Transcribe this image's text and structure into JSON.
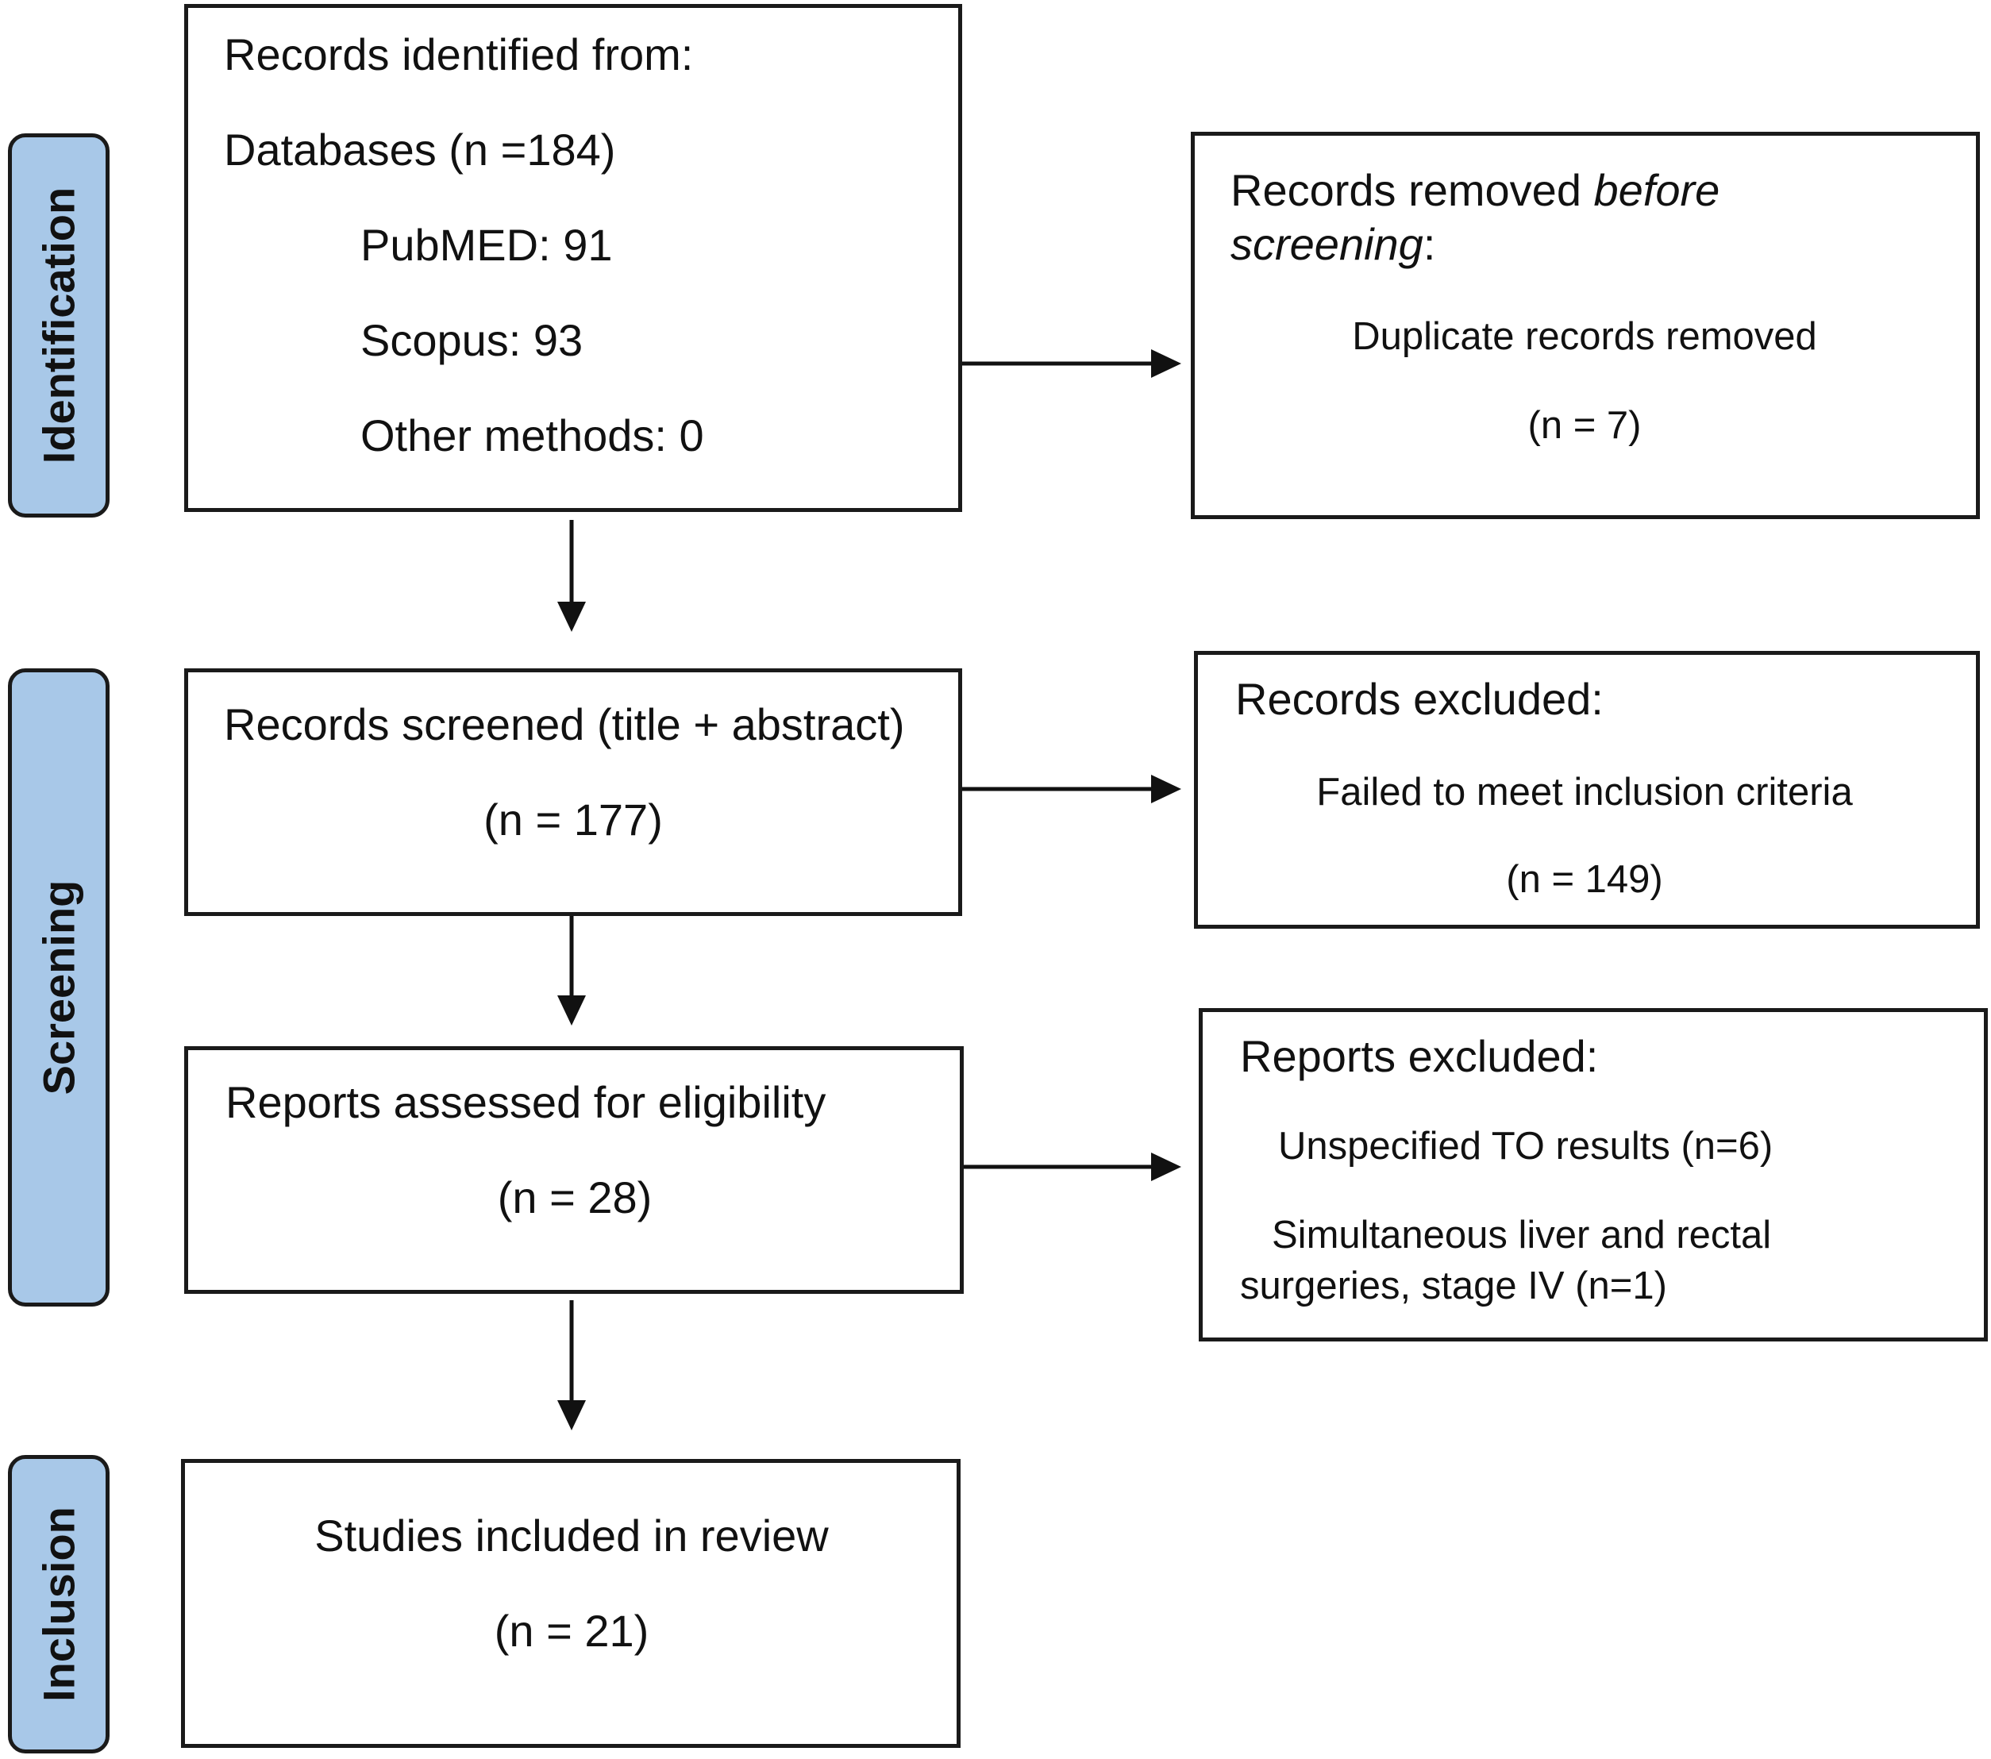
{
  "stages": {
    "identification": "Identification",
    "screening": "Screening",
    "inclusion": "Inclusion"
  },
  "identified": {
    "heading": "Records identified from:",
    "databases": "Databases (n =184)",
    "pubmed": "PubMED: 91",
    "scopus": "Scopus: 93",
    "other": "Other methods: 0"
  },
  "removed": {
    "heading_part1": "Records removed ",
    "heading_em1": "before",
    "heading_em2": "screening",
    "heading_colon": ":",
    "item": "Duplicate records removed",
    "count": "(n = 7)"
  },
  "screened": {
    "heading": "Records screened (title + abstract)",
    "count": "(n = 177)"
  },
  "excluded": {
    "heading": "Records excluded:",
    "item": "Failed to meet inclusion criteria",
    "count": "(n = 149)"
  },
  "assessed": {
    "heading": "Reports assessed for eligibility",
    "count": "(n = 28)"
  },
  "reports_excluded": {
    "heading": "Reports excluded:",
    "item1": "Unspecified TO results (n=6)",
    "item2_line1": "Simultaneous liver and rectal",
    "item2_line2": "surgeries, stage IV (n=1)"
  },
  "included": {
    "heading": "Studies included in review",
    "count": "(n = 21)"
  },
  "colors": {
    "stage_fill": "#a8c8e8",
    "border": "#1a1a1a",
    "arrow": "#111111"
  }
}
